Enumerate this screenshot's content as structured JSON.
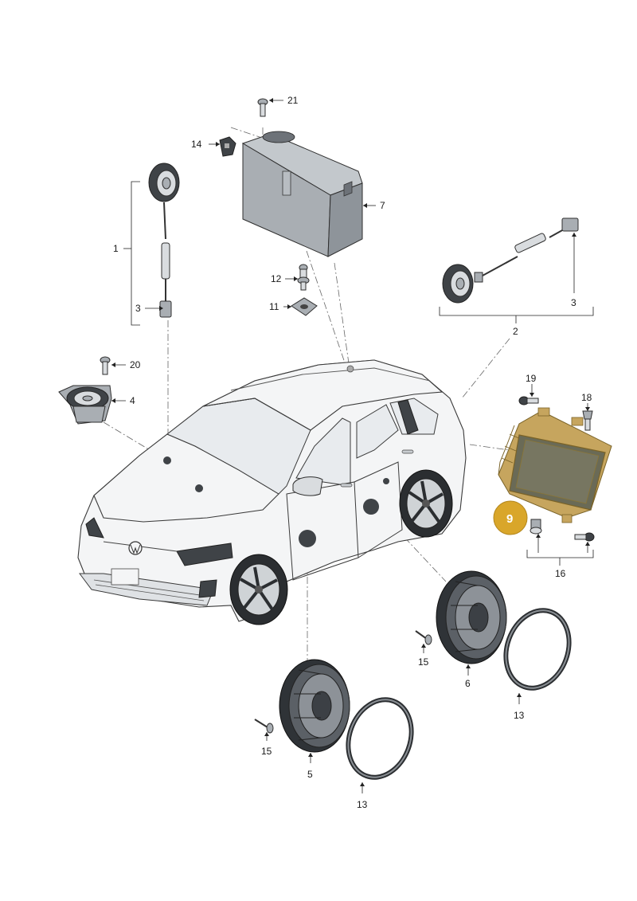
{
  "accent_color": "#d9a62a",
  "highlight_color": "#c6a55e",
  "callouts": {
    "p1": "1",
    "p2": "2",
    "p3a": "3",
    "p3b": "3",
    "p4": "4",
    "p5": "5",
    "p6": "6",
    "p7": "7",
    "p9": "9",
    "p11": "11",
    "p12": "12",
    "p13a": "13",
    "p13b": "13",
    "p14": "14",
    "p15a": "15",
    "p15b": "15",
    "p16": "16",
    "p18": "18",
    "p19": "19",
    "p20": "20",
    "p21": "21"
  }
}
